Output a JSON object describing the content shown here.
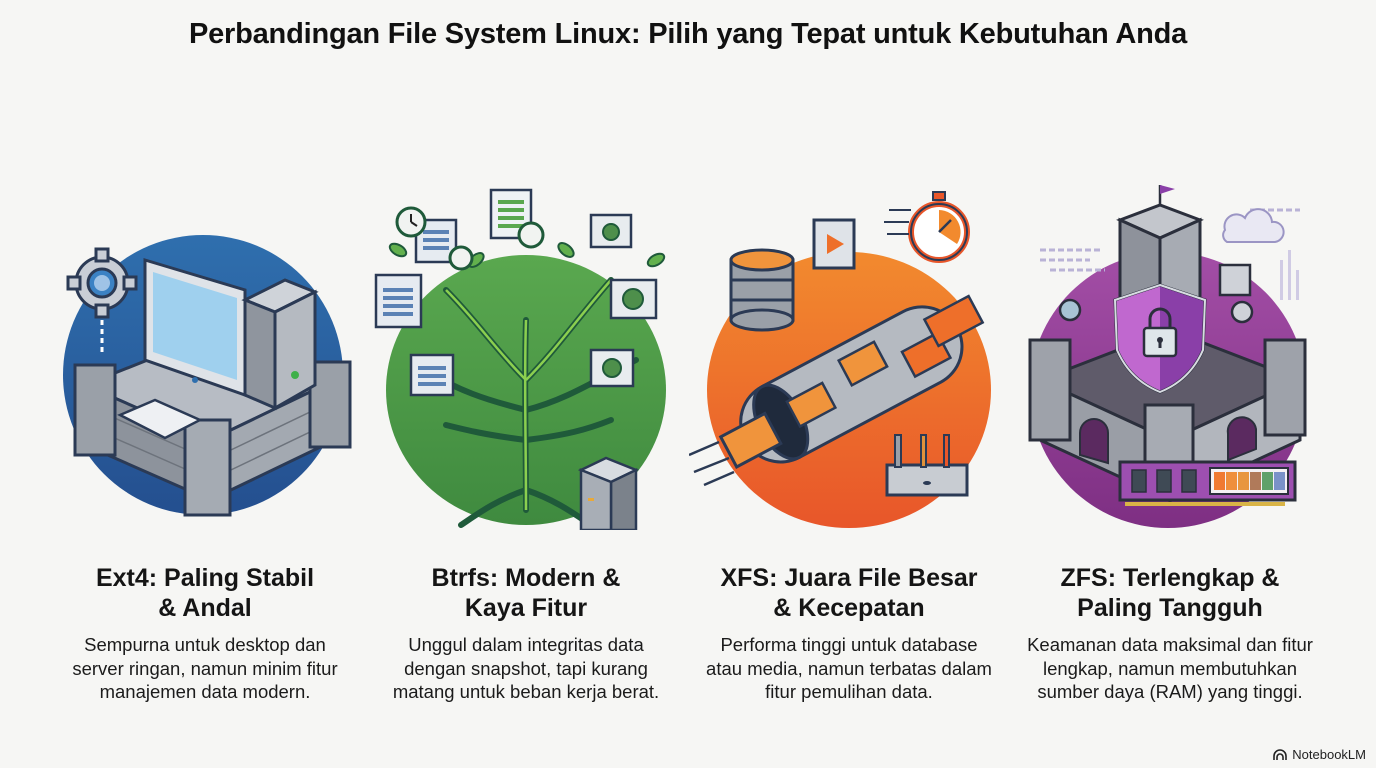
{
  "title": "Perbandingan File System Linux: Pilih yang Tepat untuk Kebutuhan Anda",
  "cards": [
    {
      "title_line1": "Ext4: Paling Stabil",
      "title_line2": "& Andal",
      "description": "Sempurna untuk desktop dan server ringan, namun minim fitur manajemen data modern.",
      "accent": "#2f6aa8",
      "icon": "fortress-desktop-icon"
    },
    {
      "title_line1": "Btrfs: Modern &",
      "title_line2": "Kaya Fitur",
      "description": "Unggul dalam integritas data dengan snapshot, tapi kurang matang untuk beban kerja berat.",
      "accent": "#4f9a46",
      "icon": "snapshot-tree-icon"
    },
    {
      "title_line1": "XFS: Juara File Besar",
      "title_line2": "& Kecepatan",
      "description": "Performa tinggi untuk database atau media, namun terbatas dalam fitur pemulihan data.",
      "accent": "#ee6f2a",
      "icon": "data-pipe-icon"
    },
    {
      "title_line1": "ZFS: Terlengkap &",
      "title_line2": "Paling Tangguh",
      "description": "Keamanan data maksimal dan fitur lengkap, namun membutuhkan sumber daya (RAM) yang tinggi.",
      "accent": "#9b3f9c",
      "icon": "secure-castle-icon"
    }
  ],
  "brand": {
    "label": "NotebookLM",
    "icon": "notebooklm-logo-icon"
  }
}
